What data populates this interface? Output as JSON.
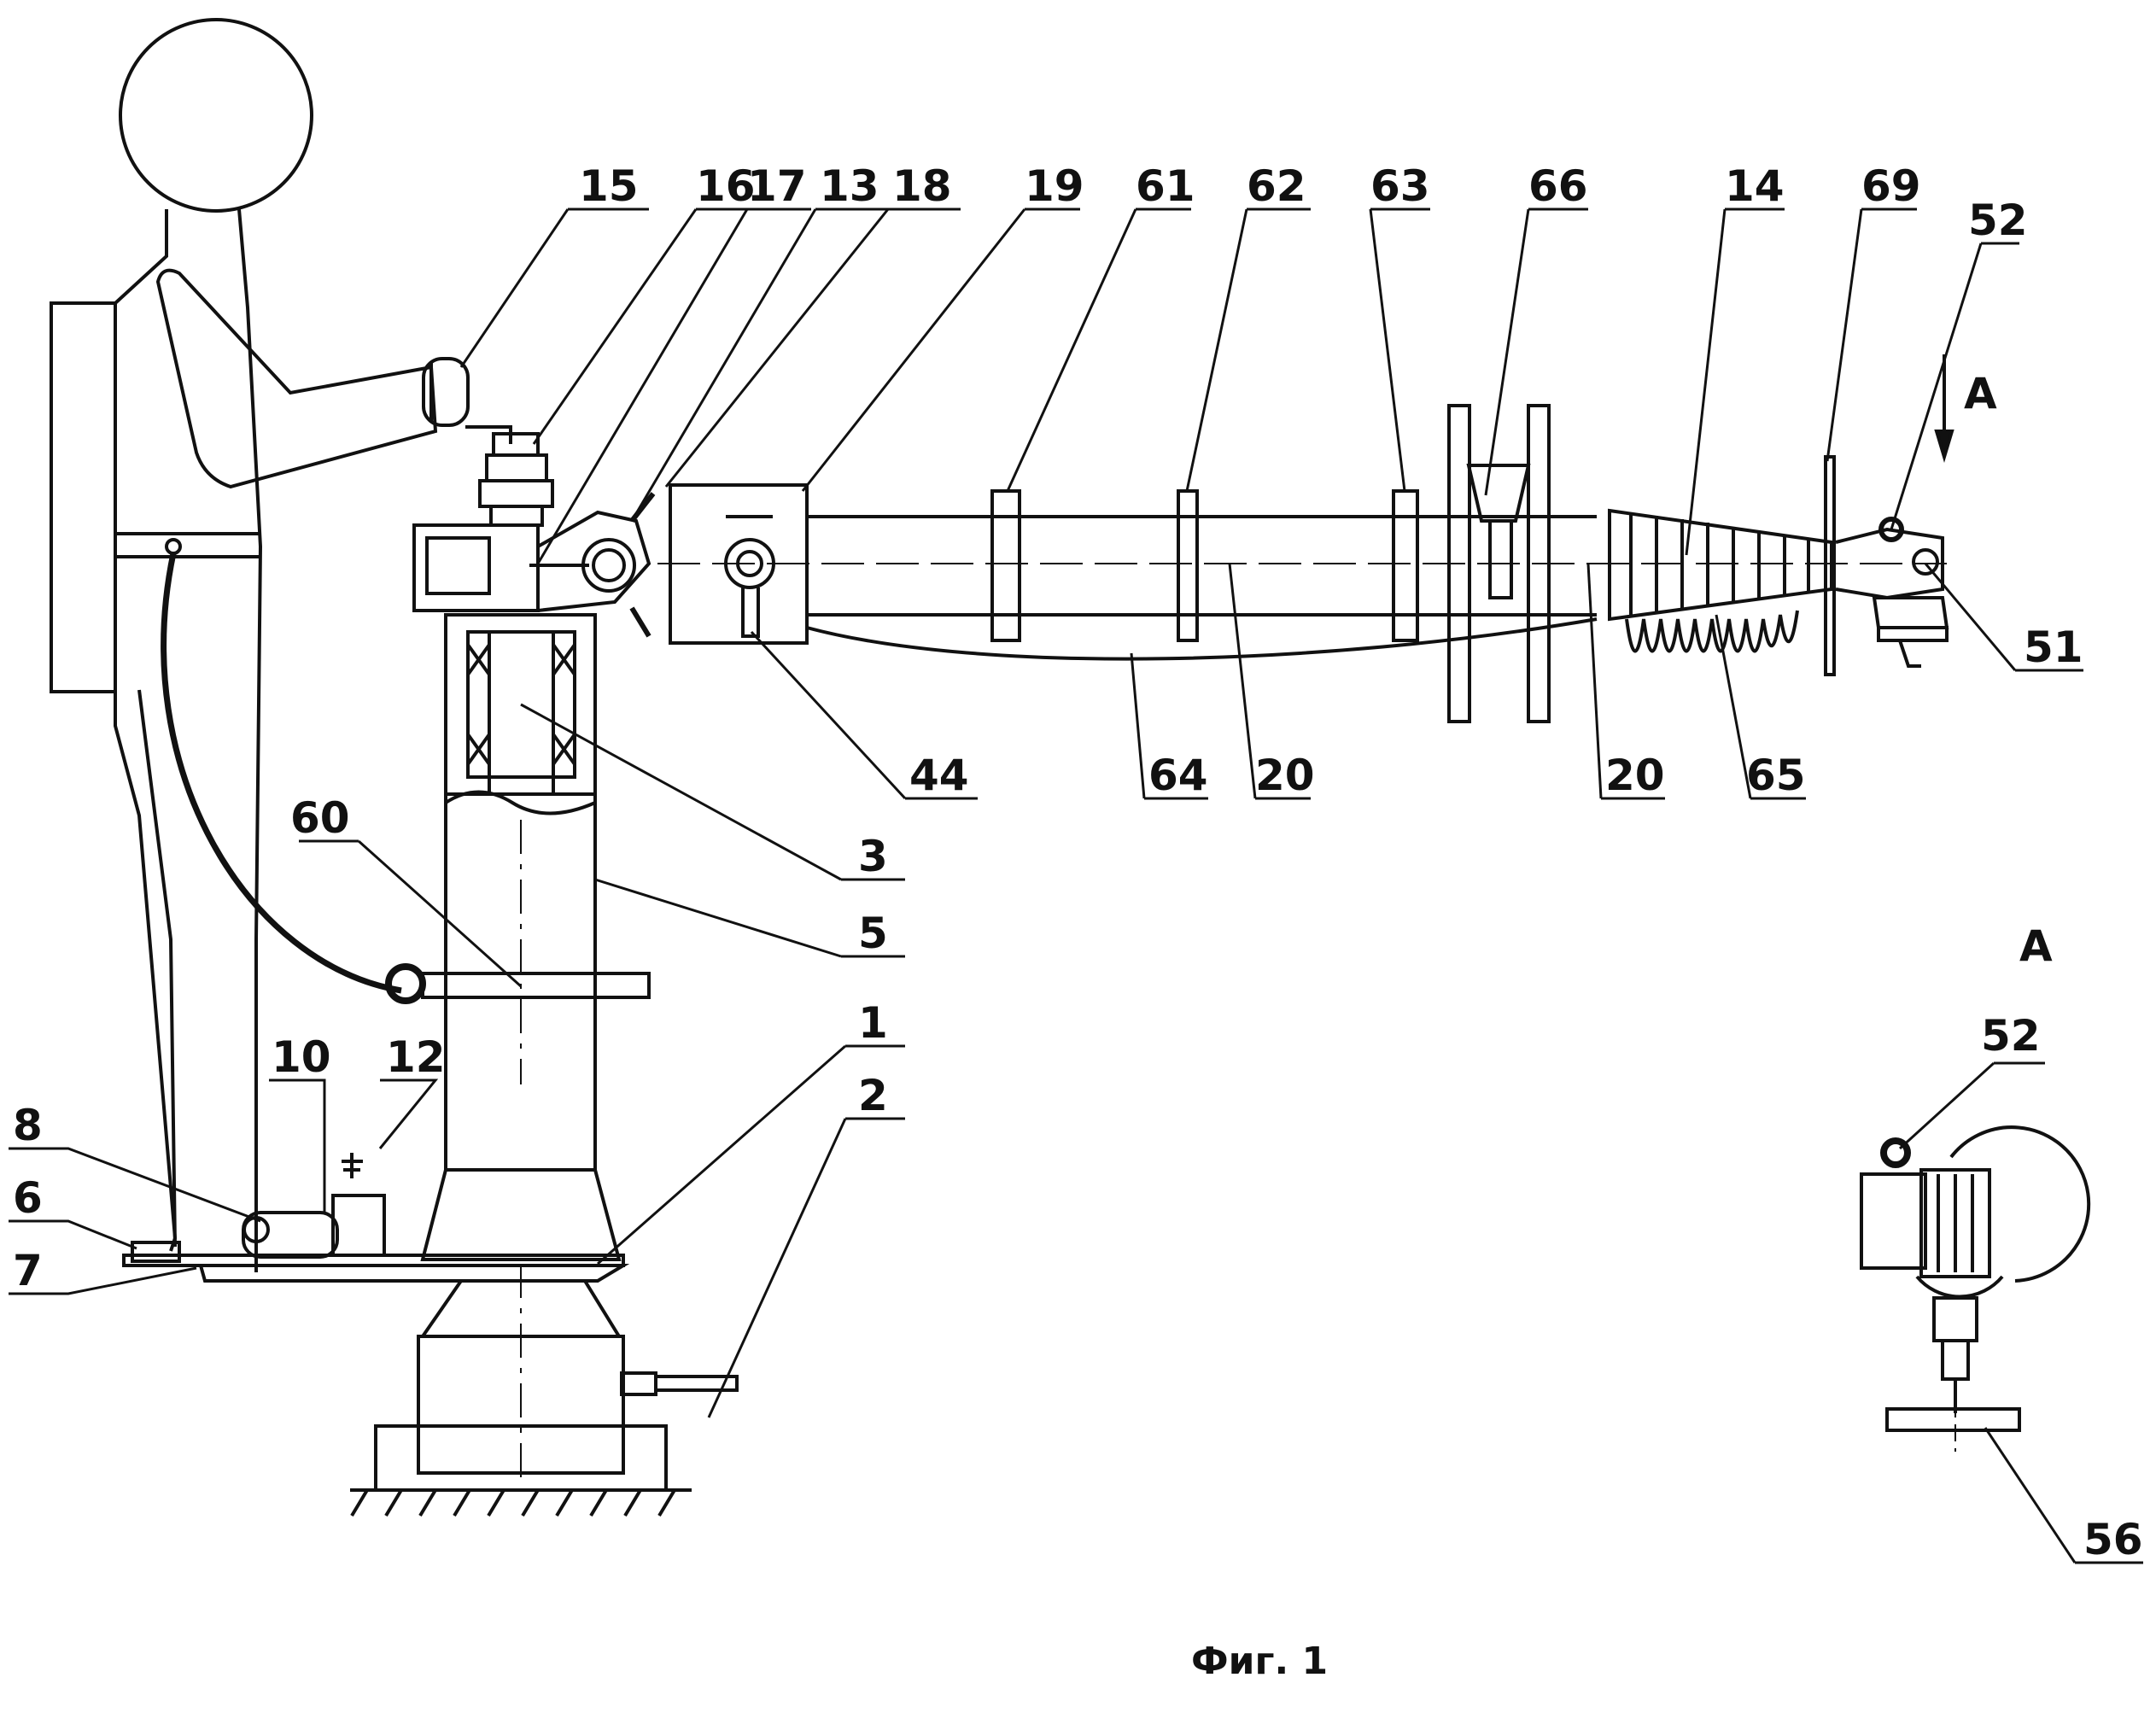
{
  "labels": {
    "n15": "15",
    "n16": "16",
    "n17": "17",
    "n13": "13",
    "n18": "18",
    "n19": "19",
    "n61": "61",
    "n62": "62",
    "n63": "63",
    "n66": "66",
    "n14": "14",
    "n69": "69",
    "n52": "52",
    "n51": "51",
    "n65": "65",
    "n20a": "20",
    "n20b": "20",
    "n64": "64",
    "n44": "44",
    "n3": "3",
    "n5": "5",
    "n60": "60",
    "n1": "1",
    "n2": "2",
    "n10": "10",
    "n12": "12",
    "n8": "8",
    "n6": "6",
    "n7": "7",
    "viewA": "A",
    "viewATitle": "A",
    "n52b": "52",
    "n56": "56"
  },
  "caption": "Фиг. 1",
  "colors": {
    "ink": "#111111",
    "paper": "#ffffff"
  }
}
